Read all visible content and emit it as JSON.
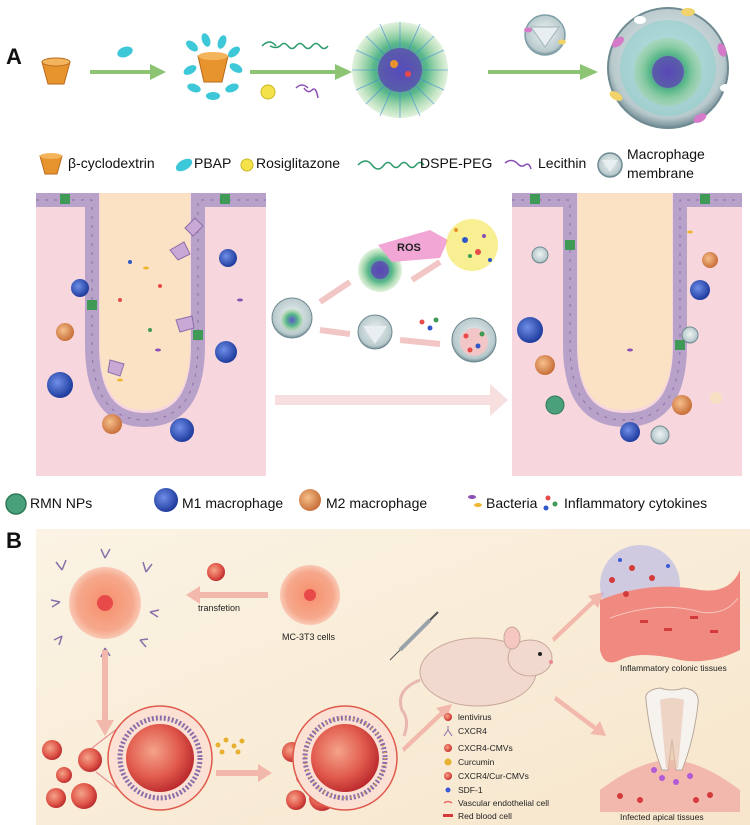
{
  "panel_a": {
    "letter": "A",
    "legend_top": {
      "cyclodextrin": "β-cyclodextrin",
      "pbap": "PBAP",
      "rosiglitazone": "Rosiglitazone",
      "dspe_peg": "DSPE-PEG",
      "lecithin": "Lecithin",
      "macrophage_line1": "Macrophage",
      "macrophage_line2": "membrane"
    },
    "ros_label": "ROS",
    "legend_bottom": {
      "rmn": "RMN NPs",
      "m1": "M1 macrophage",
      "m2": "M2 macrophage",
      "bacteria": "Bacteria",
      "cytokines": "Inflammatory cytokines"
    },
    "colors": {
      "tissue_pink": "#f6d6dc",
      "lumen_orange": "#fbe2c4",
      "cell_purple": "#b9a2c9",
      "cyclodextrin_orange": "#e8942e",
      "pbap_cyan": "#3cc8d8",
      "arrow_green": "#8cc474",
      "m1_blue": "#2f57c9",
      "m2_orange": "#e89a5c"
    }
  },
  "panel_b": {
    "letter": "B",
    "transfection": "transfetion",
    "cells": "MC-3T3 cells",
    "legend": {
      "lentivirus": "lentivirus",
      "cxcr4": "CXCR4",
      "cxcr4_cmvs": "CXCR4-CMVs",
      "curcumin": "Curcumin",
      "cxcr4_cur_cmvs": "CXCR4/Cur-CMVs",
      "sdf1": "SDF-1",
      "vascular": "Vascular endothelial cell",
      "rbc": "Red blood cell"
    },
    "colonic": "Inflammatory colonic tissues",
    "apical": "Infected apical tissues",
    "colors": {
      "background": "#fbf1de",
      "arrow_pink": "#f2b8ac",
      "vesicle_red": "#d33a3a"
    }
  }
}
